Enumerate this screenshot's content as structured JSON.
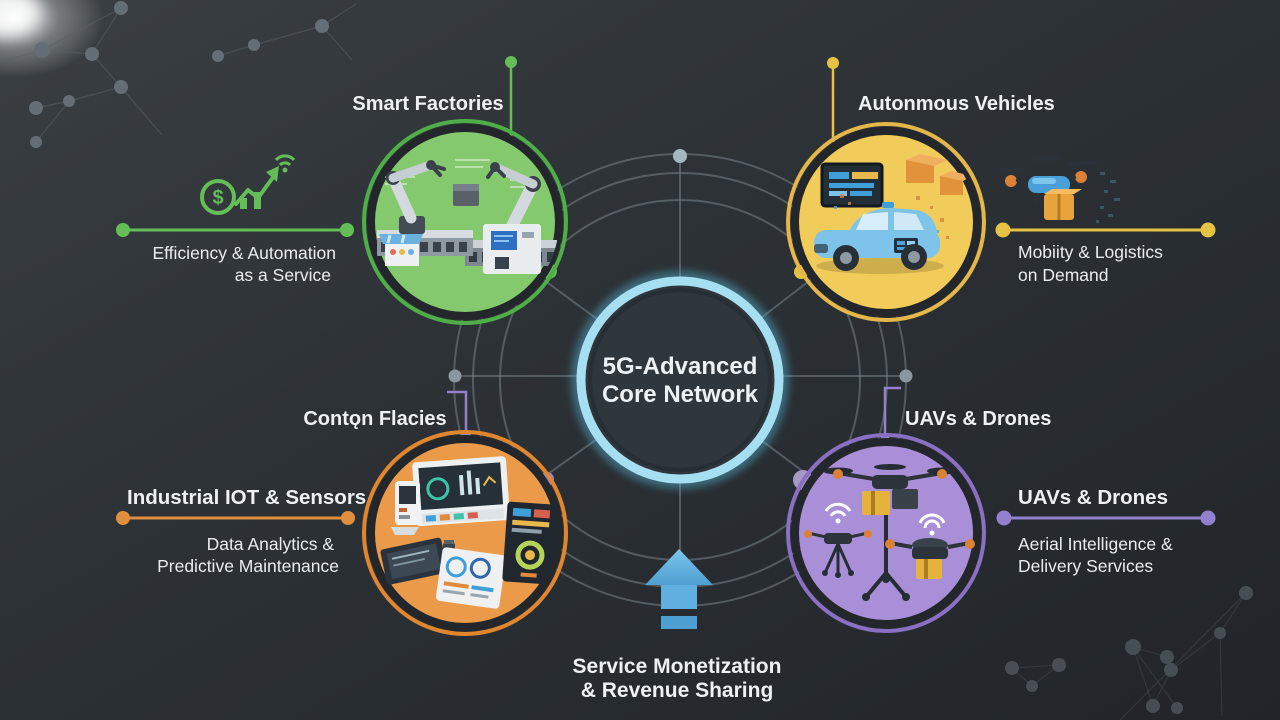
{
  "center_node": {
    "line1": "5G-Advanced",
    "line2": "Core Network",
    "ring_color": "#7fd0ee"
  },
  "nodes": {
    "smart_factories": {
      "label": "Smart Factories",
      "fill": "#84c96d",
      "ring": "#4fae47",
      "connector": "#64bd57"
    },
    "autonomous_vehicles": {
      "label": "Autonmous Vehicles",
      "fill": "#f2cc5a",
      "ring": "#e5b649",
      "connector": "#e6c244"
    },
    "control_facilities": {
      "label": "Contǫn Flacies",
      "fill": "#eb9a4a",
      "ring": "#e0862f",
      "connector": "#9381cf"
    },
    "uavs_drones": {
      "label": "UAVs & Drones",
      "fill": "#a98fd8",
      "ring": "#8a6fc2",
      "connector": "#9381cf"
    }
  },
  "callouts": {
    "efficiency": {
      "icon_symbol": "$",
      "line1": "Efficiency & Automation",
      "line2": "as a Service",
      "accent": "#64bd57"
    },
    "mobility": {
      "line1": "Mobiity & Logistics",
      "line2": "on Demand",
      "accent": "#e6c244"
    },
    "industrial_iot": {
      "heading": "Industrial IOT & Sensors",
      "line1": "Data Analytics &",
      "line2": "Predictive Maintenance",
      "accent": "#df8f3e"
    },
    "aerial": {
      "heading": "UAVs & Drones",
      "line1": "Aerial Intelligence &",
      "line2": "Delivery Services",
      "accent": "#9381cf"
    }
  },
  "footer": {
    "line1": "Service Monetization",
    "line2": "& Revenue Sharing",
    "arrow_color": "#67b6e4"
  }
}
